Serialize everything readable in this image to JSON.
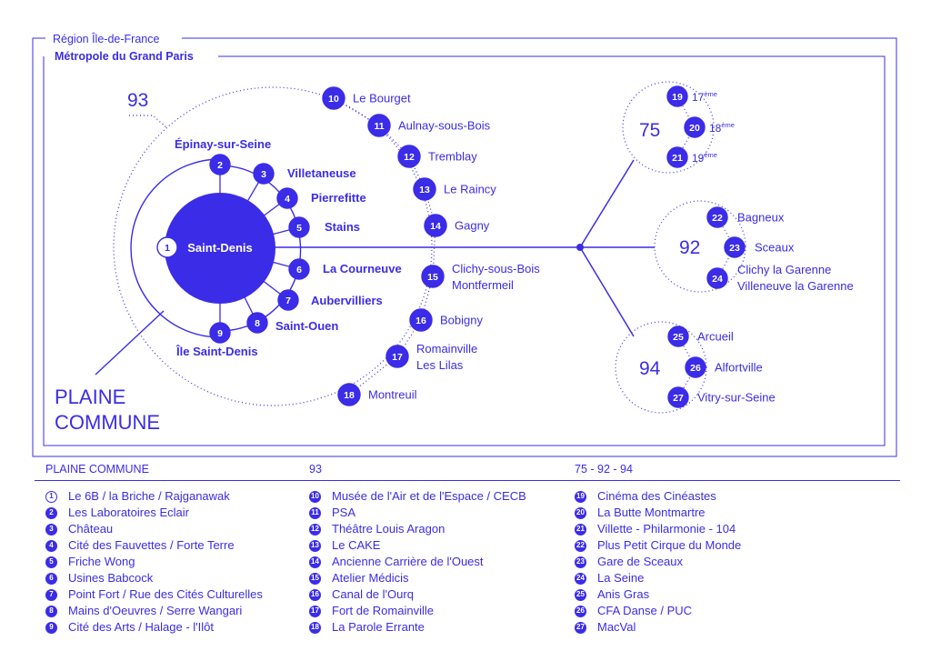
{
  "colors": {
    "accent": "#3b2ce8",
    "background": "#ffffff"
  },
  "frame": {
    "outer_label": "Région Île-de-France",
    "inner_label": "Métropole du Grand Paris"
  },
  "groups": {
    "g93": "93",
    "g75": "75",
    "g92": "92",
    "g94": "94",
    "plaine_line1": "PLAINE",
    "plaine_line2": "COMMUNE"
  },
  "plaine": {
    "hub": {
      "num": "1",
      "label": "Saint-Denis"
    },
    "nodes": [
      {
        "num": "2",
        "label": "Épinay-sur-Seine"
      },
      {
        "num": "3",
        "label": "Villetaneuse"
      },
      {
        "num": "4",
        "label": "Pierrefitte"
      },
      {
        "num": "5",
        "label": "Stains"
      },
      {
        "num": "6",
        "label": "La Courneuve"
      },
      {
        "num": "7",
        "label": "Aubervilliers"
      },
      {
        "num": "8",
        "label": "Saint-Ouen"
      },
      {
        "num": "9",
        "label": "Île Saint-Denis"
      }
    ]
  },
  "dept93": [
    {
      "num": "10",
      "label": "Le Bourget"
    },
    {
      "num": "11",
      "label": "Aulnay-sous-Bois"
    },
    {
      "num": "12",
      "label": "Tremblay"
    },
    {
      "num": "13",
      "label": "Le Raincy"
    },
    {
      "num": "14",
      "label": "Gagny"
    },
    {
      "num": "15",
      "label": "Clichy-sous-Bois",
      "label2": "Montfermeil"
    },
    {
      "num": "16",
      "label": "Bobigny"
    },
    {
      "num": "17",
      "label": "Romainville",
      "label2": "Les Lilas"
    },
    {
      "num": "18",
      "label": "Montreuil"
    }
  ],
  "dept75": [
    {
      "num": "19",
      "label": "17",
      "sup": "ème"
    },
    {
      "num": "20",
      "label": "18",
      "sup": "ème"
    },
    {
      "num": "21",
      "label": "19",
      "sup": "ème"
    }
  ],
  "dept92": [
    {
      "num": "22",
      "label": "Bagneux"
    },
    {
      "num": "23",
      "label": "Sceaux"
    },
    {
      "num": "24",
      "label": "Clichy la Garenne",
      "label2": "Villeneuve la Garenne"
    }
  ],
  "dept94": [
    {
      "num": "25",
      "label": "Arcueil"
    },
    {
      "num": "26",
      "label": "Alfortville"
    },
    {
      "num": "27",
      "label": "Vitry-sur-Seine"
    }
  ],
  "legend": {
    "columns": [
      {
        "title": "PLAINE COMMUNE",
        "items": [
          {
            "num": "1",
            "label": "Le 6B / la Briche / Rajganawak"
          },
          {
            "num": "2",
            "label": "Les Laboratoires Eclair"
          },
          {
            "num": "3",
            "label": "Château"
          },
          {
            "num": "4",
            "label": "Cité des Fauvettes / Forte Terre"
          },
          {
            "num": "5",
            "label": "Friche Wong"
          },
          {
            "num": "6",
            "label": "Usines Babcock"
          },
          {
            "num": "7",
            "label": "Point Fort / Rue des Cités Culturelles"
          },
          {
            "num": "8",
            "label": "Mains d'Oeuvres / Serre Wangari"
          },
          {
            "num": "9",
            "label": "Cité des Arts / Halage - l'Ilôt"
          }
        ]
      },
      {
        "title": "93",
        "items": [
          {
            "num": "10",
            "label": "Musée de l'Air et de l'Espace / CECB"
          },
          {
            "num": "11",
            "label": "PSA"
          },
          {
            "num": "12",
            "label": "Théâtre Louis Aragon"
          },
          {
            "num": "13",
            "label": "Le CAKE"
          },
          {
            "num": "14",
            "label": "Ancienne Carrière de l'Ouest"
          },
          {
            "num": "15",
            "label": "Atelier Médicis"
          },
          {
            "num": "16",
            "label": "Canal de l'Ourq"
          },
          {
            "num": "17",
            "label": "Fort de Romainville"
          },
          {
            "num": "18",
            "label": "La Parole Errante"
          }
        ]
      },
      {
        "title": "75 - 92 - 94",
        "items": [
          {
            "num": "19",
            "label": "Cinéma des Cinéastes"
          },
          {
            "num": "20",
            "label": "La Butte Montmartre"
          },
          {
            "num": "21",
            "label": "Villette - Philarmonie - 104"
          },
          {
            "num": "22",
            "label": "Plus Petit Cirque du Monde"
          },
          {
            "num": "23",
            "label": "Gare de Sceaux"
          },
          {
            "num": "24",
            "label": "La Seine"
          },
          {
            "num": "25",
            "label": "Anis Gras"
          },
          {
            "num": "26",
            "label": "CFA Danse / PUC"
          },
          {
            "num": "27",
            "label": "MacVal"
          }
        ]
      }
    ]
  }
}
